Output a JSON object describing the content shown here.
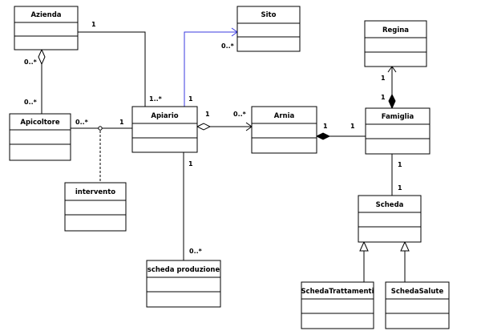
{
  "classes": {
    "azienda": "Azienda",
    "sito": "Sito",
    "regina": "Regina",
    "apicoltore": "Apicoltore",
    "apiario": "Apiario",
    "arnia": "Arnia",
    "famiglia": "Famiglia",
    "intervento": "intervento",
    "scheda": "Scheda",
    "scheda_produzione": "scheda produzione",
    "scheda_trattamenti": "SchedaTrattamenti",
    "scheda_salute": "SchedaSalute"
  },
  "multiplicities": {
    "azienda_apiario_azienda": "1",
    "azienda_apiario_apiario": "1..*",
    "azienda_apicoltore_azienda": "0..*",
    "azienda_apicoltore_apicoltore": "0..*",
    "apicoltore_apiario_apicoltore": "0..*",
    "apicoltore_apiario_apiario": "1",
    "apiario_sito_apiario": "1",
    "apiario_sito_sito": "0..*",
    "apiario_arnia_apiario": "1",
    "apiario_arnia_arnia": "0..*",
    "arnia_famiglia_arnia": "1",
    "arnia_famiglia_famiglia": "1",
    "famiglia_regina_regina": "1",
    "famiglia_regina_famiglia": "1",
    "famiglia_scheda_famiglia": "1",
    "famiglia_scheda_scheda": "1",
    "apiario_produzione_apiario": "1",
    "apiario_produzione_produzione": "0..*"
  },
  "colors": {
    "line": "#000000",
    "navigable_link": "#3a3adf",
    "class_fill": "#ffffff"
  }
}
